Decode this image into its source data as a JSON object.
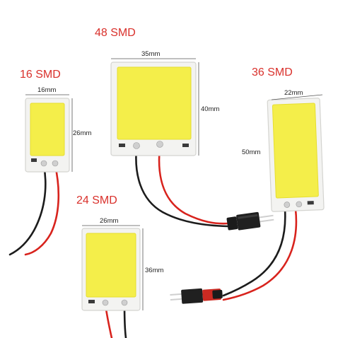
{
  "colors": {
    "title": "#d9302b",
    "chip": "#f4ee4a",
    "chip_edge": "#e6de2f",
    "board": "#f3f3f1",
    "board_edge": "#d4d4d0",
    "wire_red": "#d8231d",
    "wire_black": "#1c1c1c",
    "dim_line": "#555555",
    "text": "#222222"
  },
  "boards": [
    {
      "id": "16",
      "title": "16 SMD",
      "width_label": "16mm",
      "height_label": "26mm"
    },
    {
      "id": "48",
      "title": "48 SMD",
      "width_label": "35mm",
      "height_label": "40mm"
    },
    {
      "id": "36",
      "title": "36 SMD",
      "width_label": "22mm",
      "height_label": "50mm"
    },
    {
      "id": "24",
      "title": "24 SMD",
      "width_label": "26mm",
      "height_label": "36mm"
    }
  ]
}
